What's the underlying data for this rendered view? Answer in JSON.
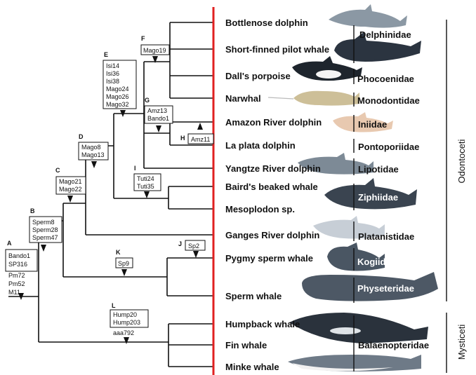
{
  "species": [
    "Bottlenose dolphin",
    "Short-finned pilot whale",
    "Dall's porpoise",
    "Narwhal",
    "Amazon River dolphin",
    "La plata dolphin",
    "Yangtze River dolphin",
    "Baird's beaked whale",
    "Mesoplodon sp.",
    "Ganges River dolphin",
    "Pygmy sperm whale",
    "Sperm whale",
    "Humpback whale",
    "Fin whale",
    "Minke whale"
  ],
  "families": [
    "Delphinidae",
    "Phocoenidae",
    "Monodontidae",
    "Iniidae",
    "Pontoporiidae",
    "Lipotidae",
    "Ziphiidae",
    "Platanistidae",
    "Kogiidae",
    "Physeteridae",
    "Balaenopteridae"
  ],
  "suborders": [
    "Odontoceti",
    "Mysticeti"
  ],
  "nodes": {
    "A": {
      "letter": "A",
      "markers": [
        "Bando1",
        "SP316",
        "Pm72",
        "Pm52",
        "M11"
      ]
    },
    "B": {
      "letter": "B",
      "markers": [
        "Sperm8",
        "Sperm28",
        "Sperm47"
      ]
    },
    "C": {
      "letter": "C",
      "markers": [
        "Mago21",
        "Mago22"
      ]
    },
    "D": {
      "letter": "D",
      "markers": [
        "Mago8",
        "Mago13"
      ]
    },
    "E": {
      "letter": "E",
      "markers": [
        "Isi14",
        "Isi36",
        "Isi38",
        "Mago24",
        "Mago26",
        "Mago32"
      ]
    },
    "F": {
      "letter": "F",
      "markers": [
        "Mago19"
      ]
    },
    "G": {
      "letter": "G",
      "markers": [
        "Amz13",
        "Bando1"
      ]
    },
    "H": {
      "letter": "H",
      "markers": [
        "Amz11"
      ]
    },
    "I": {
      "letter": "I",
      "markers": [
        "Tuti24",
        "Tuti35"
      ]
    },
    "J": {
      "letter": "J",
      "markers": [
        "Sp2"
      ]
    },
    "K": {
      "letter": "K",
      "markers": [
        "Sp9"
      ]
    },
    "L": {
      "letter": "L",
      "markers": [
        "Hump20",
        "Hump203",
        "aaa792"
      ]
    }
  },
  "colors": {
    "divider": "#e02020",
    "tree": "#111111",
    "dolphin_gray": "#7d8a96",
    "dark_whale": "#2b3440",
    "pink_dolphin": "#e8c9b0",
    "narwhal_tan": "#cdbf98"
  }
}
